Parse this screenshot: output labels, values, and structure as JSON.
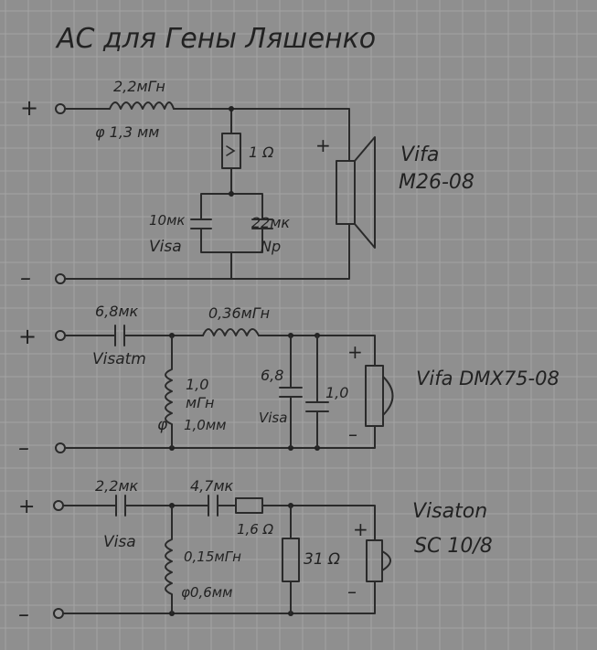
{
  "title": "АС для Гены Ляшенко",
  "section1": {
    "plus": "+",
    "minus": "–",
    "inductor": "2,2мГн",
    "wire": "φ 1,3 мм",
    "resistor": "1 Ω",
    "cap1": "10мк",
    "cap1_brand": "Visa",
    "cap2": "22мк",
    "cap2_brand": "Np",
    "speaker_plus": "+",
    "speaker_name": "Vifa",
    "speaker_model": "M26-08"
  },
  "section2": {
    "plus": "+",
    "minus": "–",
    "cap_series": "6,8мк",
    "cap_series_brand": "Visatm",
    "inductor_series": "0,36мГн",
    "inductor_shunt_1": "1,0",
    "inductor_shunt_2": "мГн",
    "inductor_shunt_3": "1,0мм",
    "inductor_shunt_phi": "φ",
    "cap_shunt_1": "6,8",
    "cap_shunt_1_brand": "Visa",
    "cap_shunt_2": "1,0",
    "speaker_plus": "+",
    "speaker_minus": "–",
    "speaker_label": "Vifa DMX75-08"
  },
  "section3": {
    "plus": "+",
    "minus": "–",
    "cap1": "2,2мк",
    "cap1_brand": "Visa",
    "cap2": "4,7мк",
    "resistor_series": "1,6 Ω",
    "inductor_1": "0,15мГн",
    "inductor_2": "φ0,6мм",
    "resistor_shunt": "31 Ω",
    "speaker_plus": "+",
    "speaker_minus": "–",
    "speaker_name": "Visaton",
    "speaker_model": "SC 10/8"
  }
}
